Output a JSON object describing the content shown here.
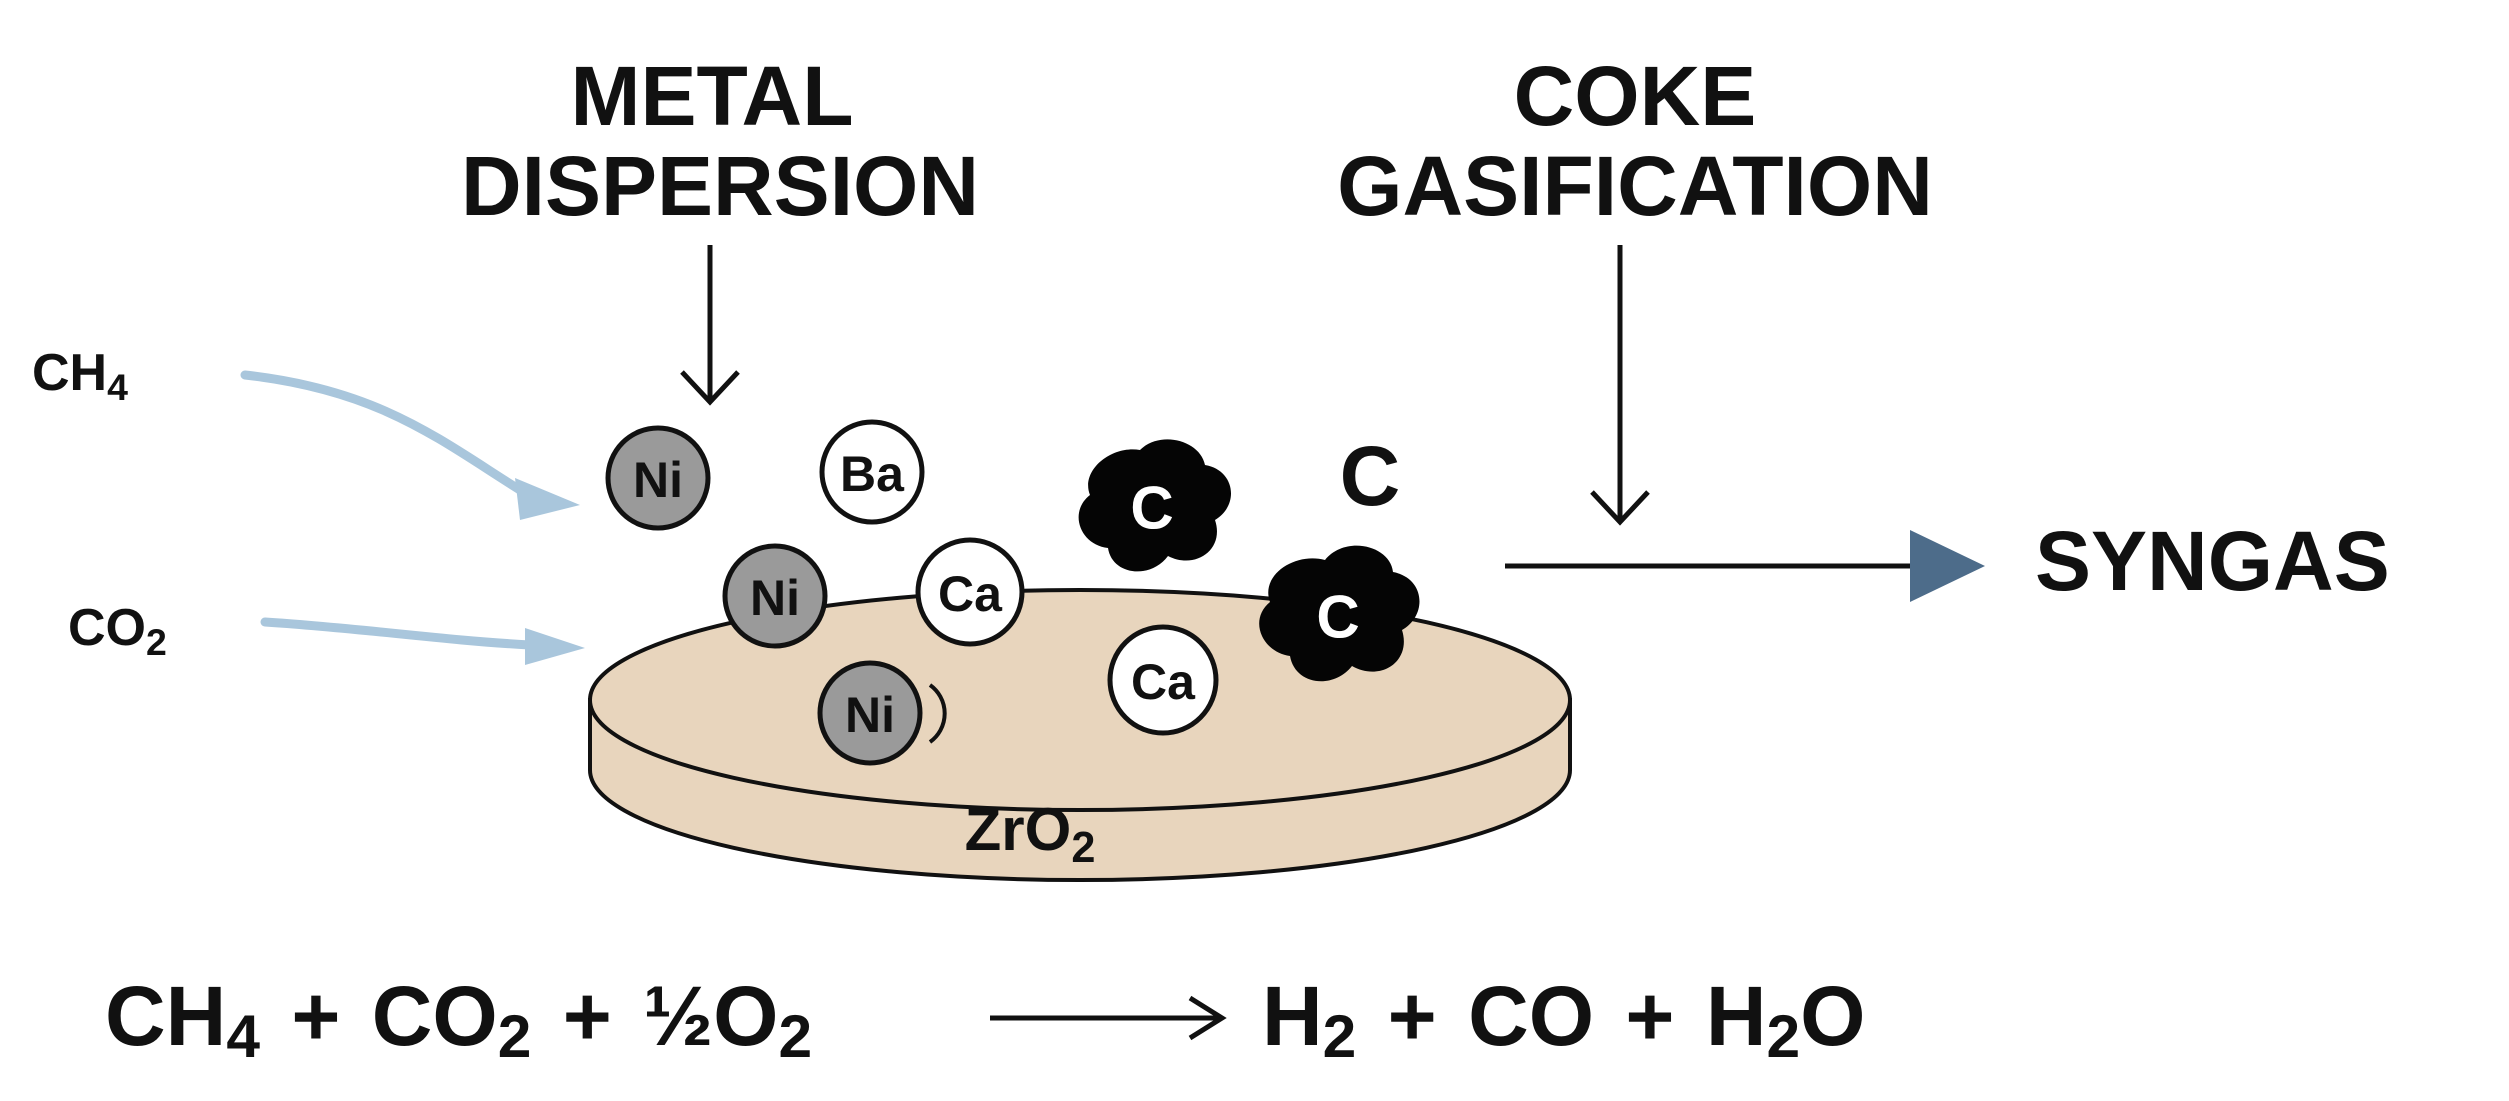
{
  "labels": {
    "metal_dispersion_line1": "METAL",
    "metal_dispersion_line2": "DISPERSION",
    "coke_gasification_line1": "COKE",
    "coke_gasification_line2": "GASIFICATION",
    "product": "SYNGAS",
    "free_carbon": "C"
  },
  "inputs": {
    "ch4": {
      "base": "CH",
      "sub": "4"
    },
    "co2": {
      "base": "CO",
      "sub": "2"
    }
  },
  "support": {
    "base": "ZrO",
    "sub": "2"
  },
  "atoms": [
    {
      "symbol": "Ni",
      "kind": "metal"
    },
    {
      "symbol": "Ba",
      "kind": "promoter"
    },
    {
      "symbol": "Ni",
      "kind": "metal"
    },
    {
      "symbol": "Ca",
      "kind": "promoter"
    },
    {
      "symbol": "Ni",
      "kind": "metal"
    },
    {
      "symbol": "Ca",
      "kind": "promoter"
    }
  ],
  "coke_particles": [
    {
      "symbol": "C"
    },
    {
      "symbol": "C"
    }
  ],
  "equation": {
    "ch4": {
      "base": "CH",
      "sub": "4"
    },
    "plus1": "+",
    "co2": {
      "base": "CO",
      "sub": "2"
    },
    "plus2": "+",
    "half": "½",
    "o2": {
      "base": "O",
      "sub": "2"
    },
    "h2": {
      "base": "H",
      "sub": "2"
    },
    "plus3": "+",
    "co": "CO",
    "plus4": "+",
    "h2o_h": {
      "base": "H",
      "sub": "2"
    },
    "h2o_o": "O"
  },
  "colors": {
    "support_fill": "#e8d5bd",
    "metal_fill": "#9a9a9a",
    "promoter_fill": "#ffffff",
    "coke_fill": "#050505",
    "feed_arrow": "#a9c6dc",
    "product_arrow": "#4d6c8a"
  }
}
